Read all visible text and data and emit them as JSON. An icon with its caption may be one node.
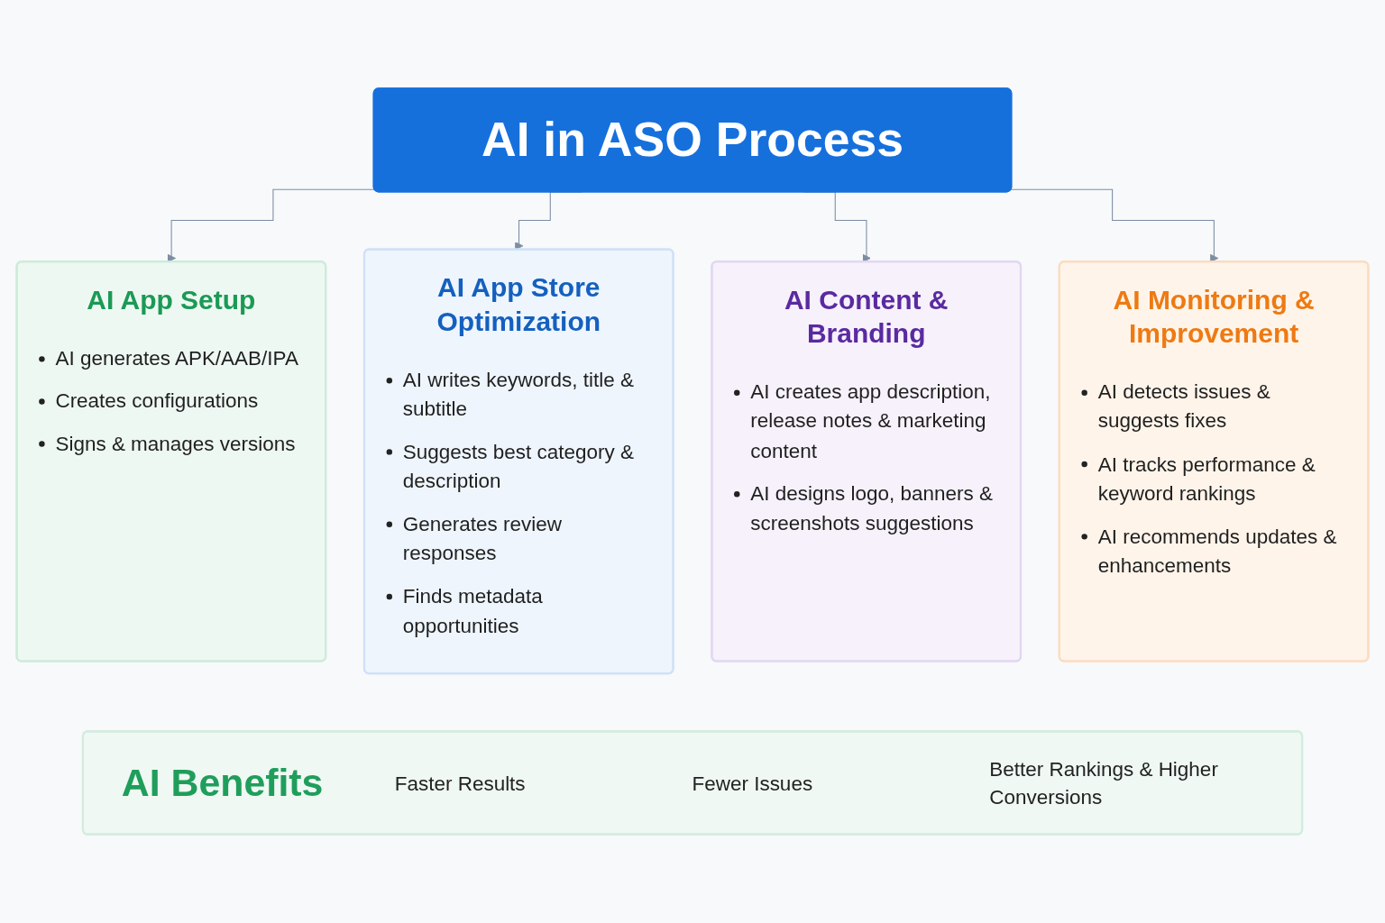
{
  "diagram": {
    "nodes": [
      {
        "text": [
          "AI in ASO Process"
        ]
      },
      {
        "text": [
          "AI App Setup",
          "AI generates APK/AAB/IPA",
          "Creates configurations",
          "Signs & manages versions"
        ]
      },
      {
        "text": [
          "AI App Store Optimization",
          "AI writes keywords, title & subtitle",
          "Suggests best category & description",
          "Generates review responses",
          "Finds metadata opportunities"
        ]
      },
      {
        "text": [
          "AI Content & Branding",
          "AI creates app description, release notes & marketing content",
          "AI designs logo, banners & screenshots suggestions"
        ]
      },
      {
        "text": [
          "AI Monitoring & Improvement",
          "AI detects issues & suggests fixes",
          "AI tracks performance & keyword rankings",
          "AI recommends updates & enhancements"
        ]
      },
      {
        "text": [
          "AI Benefits",
          "Faster Results",
          "Fewer Issues",
          "Better Rankings & Higher Conversions"
        ]
      }
    ],
    "edges": [
      {
        "from": 0,
        "to": 1,
        "arrow": "to"
      },
      {
        "from": 0,
        "to": 2,
        "arrow": "to"
      },
      {
        "from": 0,
        "to": 3,
        "arrow": "to"
      },
      {
        "from": 0,
        "to": 4,
        "arrow": "to"
      }
    ]
  }
}
